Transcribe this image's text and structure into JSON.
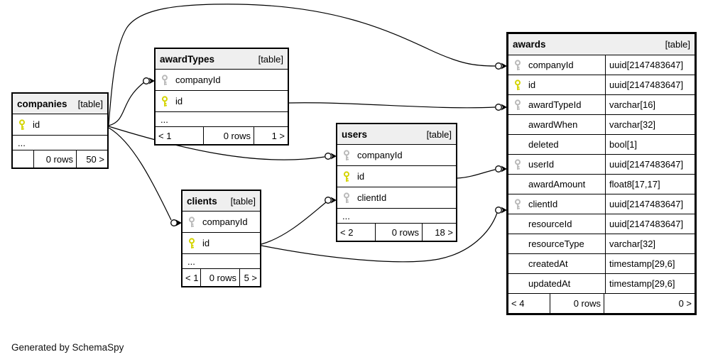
{
  "credit": "Generated by SchemaSpy",
  "colors": {
    "pk_key": "#d4d400",
    "fk_key": "#b9b9b9",
    "header_bg": "#efefef",
    "border": "#000000"
  },
  "tables": [
    {
      "name": "companies",
      "tag": "[table]",
      "columns": [
        {
          "key": "pk",
          "name": "id"
        }
      ],
      "ellipsis": "...",
      "footer": {
        "left": "",
        "center": "0 rows",
        "right": "50 >"
      }
    },
    {
      "name": "awardTypes",
      "tag": "[table]",
      "columns": [
        {
          "key": "fk",
          "name": "companyId"
        },
        {
          "key": "pk",
          "name": "id"
        }
      ],
      "ellipsis": "...",
      "footer": {
        "left": "< 1",
        "center": "0 rows",
        "right": "1 >"
      }
    },
    {
      "name": "users",
      "tag": "[table]",
      "columns": [
        {
          "key": "fk",
          "name": "companyId"
        },
        {
          "key": "pk",
          "name": "id"
        },
        {
          "key": "fk",
          "name": "clientId"
        }
      ],
      "ellipsis": "...",
      "footer": {
        "left": "< 2",
        "center": "0 rows",
        "right": "18 >"
      }
    },
    {
      "name": "clients",
      "tag": "[table]",
      "columns": [
        {
          "key": "fk",
          "name": "companyId"
        },
        {
          "key": "pk",
          "name": "id"
        }
      ],
      "ellipsis": "...",
      "footer": {
        "left": "< 1",
        "center": "0 rows",
        "right": "5 >"
      }
    },
    {
      "name": "awards",
      "tag": "[table]",
      "columns": [
        {
          "key": "fk",
          "name": "companyId",
          "type": "uuid[2147483647]"
        },
        {
          "key": "pk",
          "name": "id",
          "type": "uuid[2147483647]"
        },
        {
          "key": "fk",
          "name": "awardTypeId",
          "type": "varchar[16]"
        },
        {
          "key": "",
          "name": "awardWhen",
          "type": "varchar[32]"
        },
        {
          "key": "",
          "name": "deleted",
          "type": "bool[1]"
        },
        {
          "key": "fk",
          "name": "userId",
          "type": "uuid[2147483647]"
        },
        {
          "key": "",
          "name": "awardAmount",
          "type": "float8[17,17]"
        },
        {
          "key": "fk",
          "name": "clientId",
          "type": "uuid[2147483647]"
        },
        {
          "key": "",
          "name": "resourceId",
          "type": "uuid[2147483647]"
        },
        {
          "key": "",
          "name": "resourceType",
          "type": "varchar[32]"
        },
        {
          "key": "",
          "name": "createdAt",
          "type": "timestamp[29,6]"
        },
        {
          "key": "",
          "name": "updatedAt",
          "type": "timestamp[29,6]"
        }
      ],
      "footer": {
        "left": "< 4",
        "center": "0 rows",
        "right": "0 >"
      }
    }
  ],
  "relationships": [
    {
      "from": "companies.id",
      "to": "awardTypes.companyId"
    },
    {
      "from": "companies.id",
      "to": "awards.companyId"
    },
    {
      "from": "companies.id",
      "to": "users.companyId"
    },
    {
      "from": "companies.id",
      "to": "clients.companyId"
    },
    {
      "from": "awardTypes.id",
      "to": "awards.awardTypeId"
    },
    {
      "from": "users.id",
      "to": "awards.userId"
    },
    {
      "from": "clients.id",
      "to": "users.clientId"
    },
    {
      "from": "clients.id",
      "to": "awards.clientId"
    }
  ]
}
